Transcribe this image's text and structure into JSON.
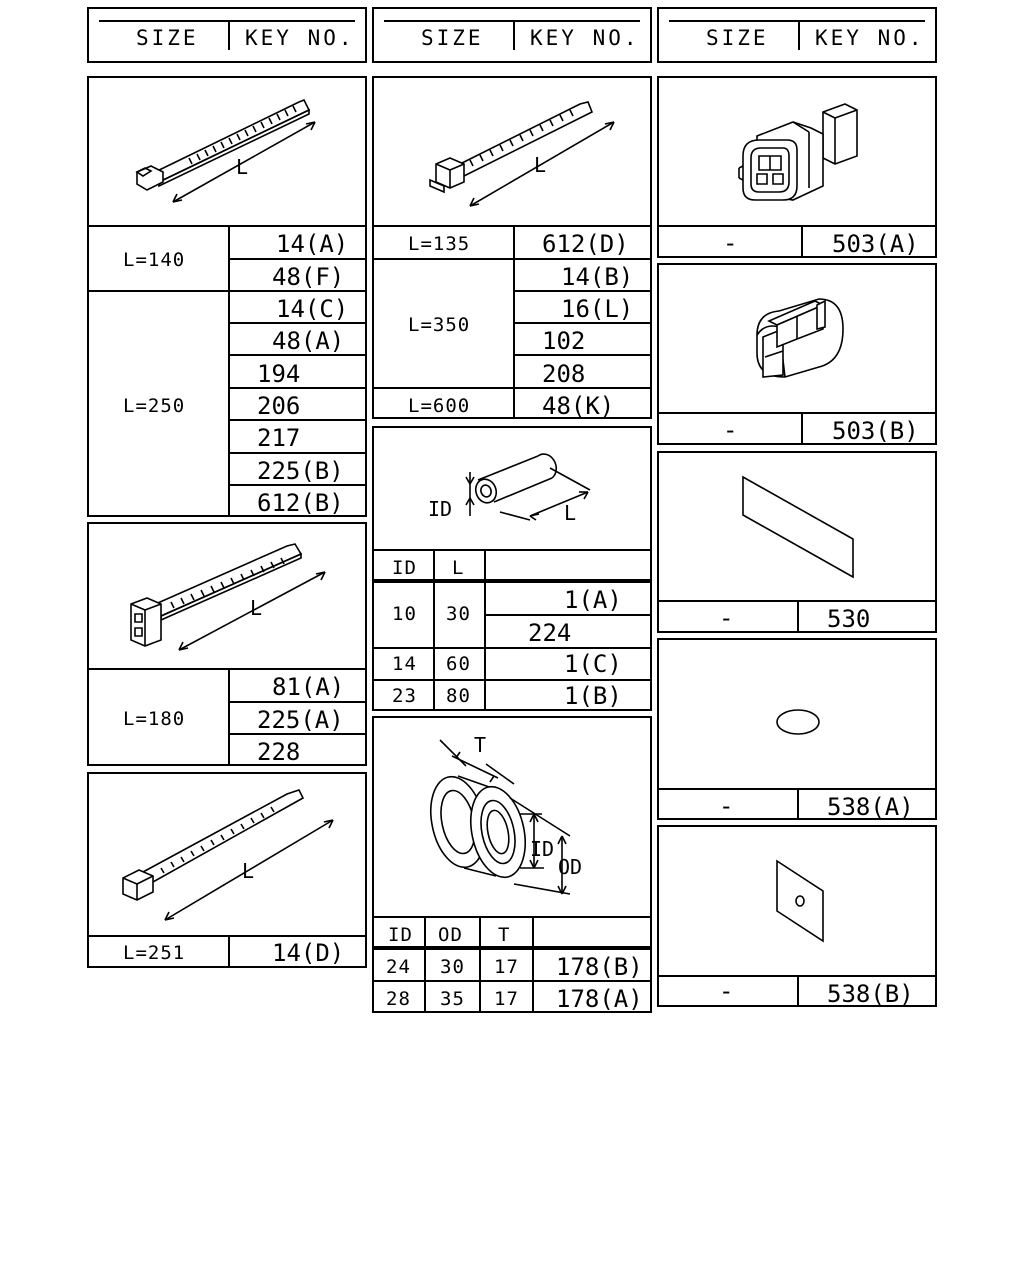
{
  "headers": {
    "col1": {
      "size": "SIZE",
      "key": "KEY NO."
    },
    "col2": {
      "size": "SIZE",
      "key": "KEY NO."
    },
    "col3": {
      "size": "SIZE",
      "key": "KEY NO."
    }
  },
  "labels": {
    "L": "L",
    "ID": "ID",
    "OD": "OD",
    "T": "T"
  },
  "tie_a": {
    "groups": [
      {
        "size": "L=140",
        "keys": [
          "14(A)",
          "48(F)"
        ]
      },
      {
        "size": "L=250",
        "keys": [
          "14(C)",
          "48(A)",
          "194",
          "206",
          "217",
          "225(B)",
          "612(B)"
        ]
      }
    ]
  },
  "tie_b": {
    "groups": [
      {
        "size": "L=180",
        "keys": [
          "81(A)",
          "225(A)",
          "228"
        ]
      }
    ]
  },
  "tie_c": {
    "groups": [
      {
        "size": "L=251",
        "keys": [
          "14(D)"
        ]
      }
    ]
  },
  "tie_d": {
    "groups": [
      {
        "size": "L=135",
        "keys": [
          "612(D)"
        ]
      },
      {
        "size": "L=350",
        "keys": [
          "14(B)",
          "16(L)",
          "102",
          "208"
        ]
      },
      {
        "size": "L=600",
        "keys": [
          "48(K)"
        ]
      }
    ]
  },
  "tube": {
    "headers": [
      "ID",
      "L",
      ""
    ],
    "rows": [
      {
        "id": "10",
        "l": "30",
        "keys": [
          "1(A)",
          "224"
        ]
      },
      {
        "id": "14",
        "l": "60",
        "keys": [
          "1(C)"
        ]
      },
      {
        "id": "23",
        "l": "80",
        "keys": [
          "1(B)"
        ]
      }
    ]
  },
  "grommet": {
    "headers": [
      "ID",
      "OD",
      "T",
      ""
    ],
    "rows": [
      {
        "id": "24",
        "od": "30",
        "t": "17",
        "key": "178(B)"
      },
      {
        "id": "28",
        "od": "35",
        "t": "17",
        "key": "178(A)"
      }
    ]
  },
  "connector": {
    "size": "-",
    "key": "503(A)"
  },
  "cap": {
    "size": "-",
    "key": "503(B)"
  },
  "tape": {
    "size": "-",
    "key": "530"
  },
  "plug": {
    "size": "-",
    "key": "538(A)"
  },
  "pad": {
    "size": "-",
    "key": "538(B)"
  }
}
